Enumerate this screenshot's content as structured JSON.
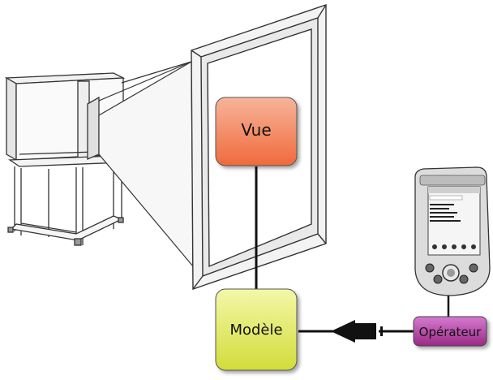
{
  "boxes": {
    "vue": {
      "label": "Vue",
      "fill_top": "#f7b49a",
      "fill_bottom": "#f06a3c"
    },
    "modele": {
      "label": "Modèle",
      "fill_top": "#f4f7a8",
      "fill_bottom": "#d2dc3a"
    },
    "operateur": {
      "label": "Opérateur",
      "fill_top": "#d67ad0",
      "fill_bottom": "#9a2a86"
    }
  },
  "pda_screen_lines": [
    "CMIEndpointControl",
    "ToolbarCtrl 1.0",
    "Multimedia Projection",
    "FrameSpace/Model 9x8",
    "FrameSpace/Model Component"
  ],
  "colors": {
    "line": "#111111",
    "outline": "#333333"
  }
}
